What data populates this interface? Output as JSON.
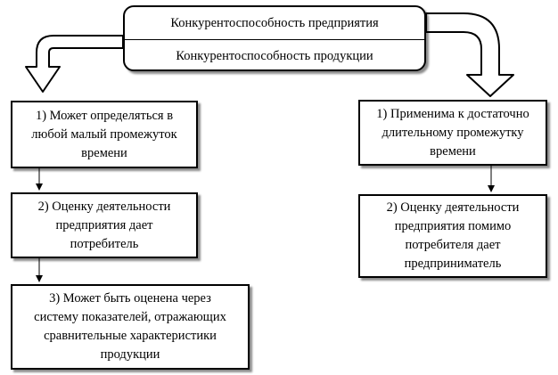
{
  "top": {
    "line1": "Конкурентоспособность предприятия",
    "line2": "Конкурентоспособность продукции"
  },
  "left": [
    {
      "lines": [
        "1) Может определяться в",
        "любой малый промежуток",
        "времени"
      ]
    },
    {
      "lines": [
        "2) Оценку деятельности",
        "предприятия дает",
        "потребитель"
      ]
    },
    {
      "lines": [
        "3) Может быть оценена через",
        "систему показателей, отражающих",
        "сравнительные характеристики",
        "продукции"
      ]
    }
  ],
  "right": [
    {
      "lines": [
        "1) Применима к достаточно",
        "длительному промежутку",
        "времени"
      ]
    },
    {
      "lines": [
        "2) Оценку деятельности",
        "предприятия помимо",
        "потребителя дает",
        "предприниматель"
      ]
    }
  ]
}
